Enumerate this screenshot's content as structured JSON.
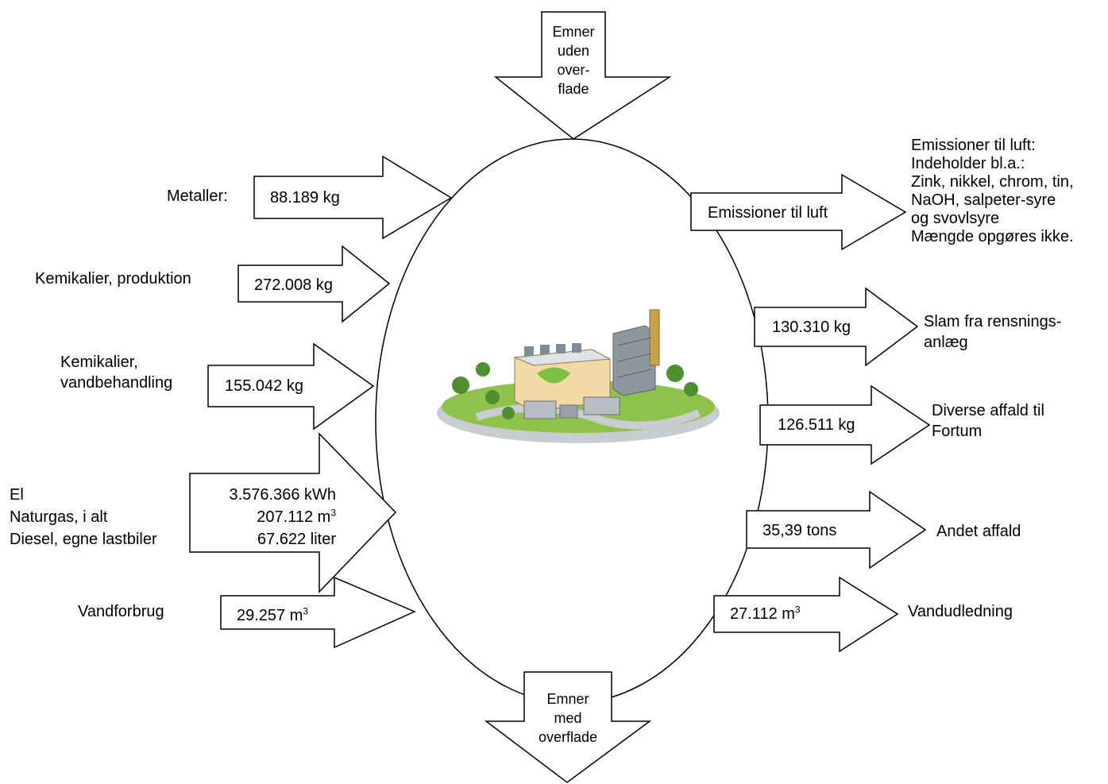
{
  "top_arrow": {
    "lines": [
      "Emner",
      "uden",
      "over-",
      "flade"
    ]
  },
  "bottom_arrow": {
    "lines": [
      "Emner",
      "med",
      "overflade"
    ]
  },
  "inputs": {
    "metaller": {
      "label": "Metaller:",
      "value": "88.189 kg"
    },
    "kemikalier_produktion": {
      "label": "Kemikalier, produktion",
      "value": "272.008 kg"
    },
    "kemikalier_vand": {
      "label_lines": [
        "Kemikalier,",
        "vandbehandling"
      ],
      "value": "155.042 kg"
    },
    "energy": {
      "label_lines": [
        "El",
        "Naturgas, i alt",
        "Diesel, egne lastbiler"
      ],
      "values": {
        "el": "3.576.366 kWh",
        "naturgas": "207.112 m",
        "naturgas_sup": "3",
        "diesel": "67.622 liter"
      }
    },
    "vandforbrug": {
      "label": "Vandforbrug",
      "value": "29.257 m",
      "sup": "3"
    }
  },
  "outputs": {
    "emissioner": {
      "box_label": "Emissioner til luft",
      "note_lines": [
        "Emissioner til luft:",
        "Indeholder bl.a.:",
        "Zink, nikkel, chrom, tin,",
        "NaOH, salpeter-syre",
        "og svovlsyre",
        "Mængde opgøres ikke."
      ]
    },
    "slam": {
      "value": "130.310 kg",
      "label_lines": [
        "Slam fra rensnings-",
        "anlæg"
      ]
    },
    "diverse": {
      "value": "126.511 kg",
      "label_lines": [
        "Diverse affald til",
        "Fortum"
      ]
    },
    "andet": {
      "value": "35,39 tons",
      "label": "Andet affald"
    },
    "vandudledning": {
      "value": "27.112 m",
      "sup": "3",
      "label": "Vandudledning"
    }
  },
  "colors": {
    "stroke": "#000000",
    "lawn": "#8fc24a",
    "path": "#c9ccd0",
    "building": "#f2d9a6",
    "leaf": "#7bc143",
    "chimney": "#c9a14a"
  }
}
